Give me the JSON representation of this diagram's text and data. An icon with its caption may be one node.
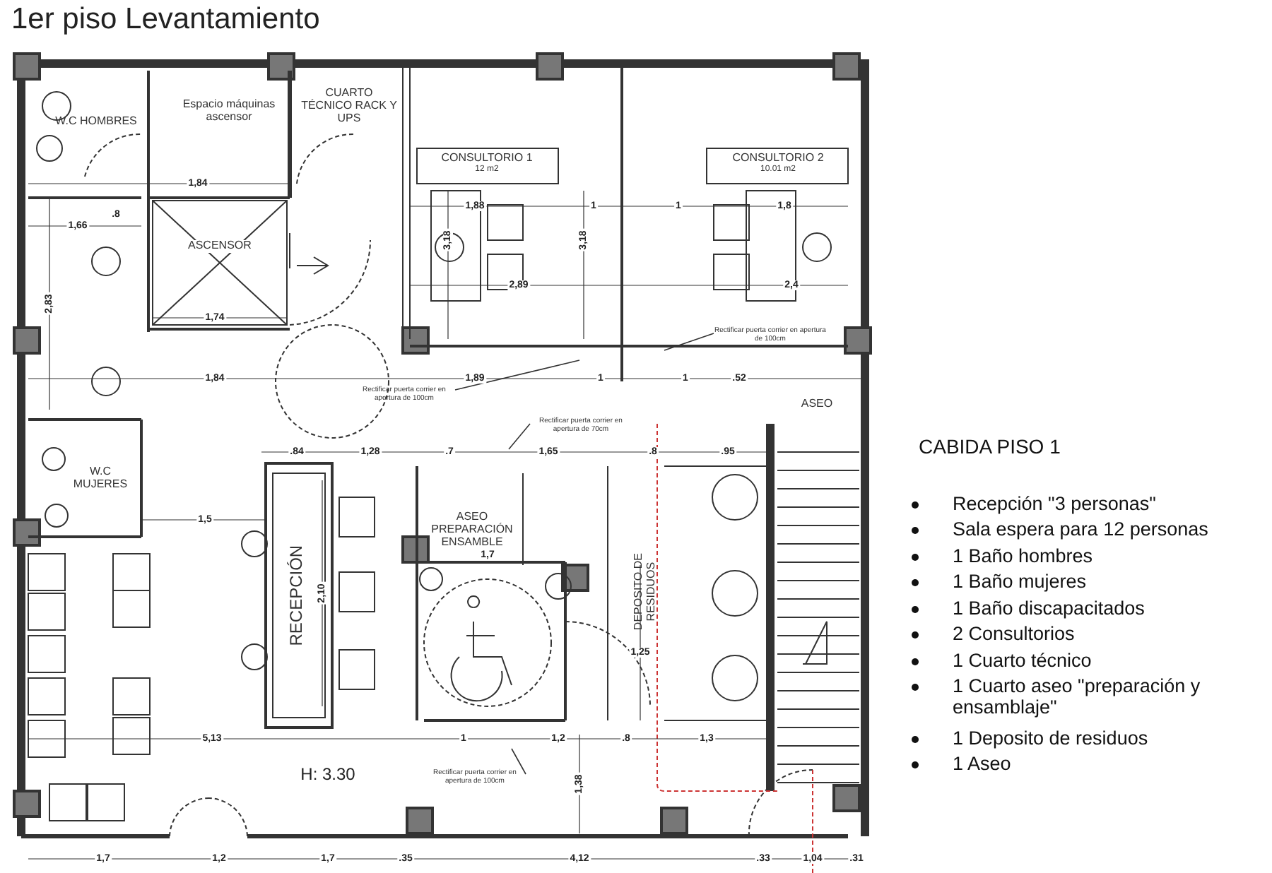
{
  "diagram": {
    "title": "1er piso Levantamiento",
    "nodes": [
      {
        "text": [
          "W.C HOMBRES"
        ]
      },
      {
        "text": [
          "Espacio máquinas ascensor"
        ]
      },
      {
        "text": [
          "ASCENSOR"
        ]
      },
      {
        "text": [
          "CUARTO TÉCNICO RACK Y UPS"
        ]
      },
      {
        "text": [
          "CONSULTORIO 1",
          "12 m2"
        ]
      },
      {
        "text": [
          "CONSULTORIO 2",
          "10.01 m2"
        ]
      },
      {
        "text": [
          "ASEO"
        ]
      },
      {
        "text": [
          "W.C MUJERES"
        ]
      },
      {
        "text": [
          "RECEPCIÓN"
        ]
      },
      {
        "text": [
          "ASEO PREPARACIÓN ENSAMBLE"
        ]
      },
      {
        "text": [
          "DEPOSITO DE RESIDUOS"
        ]
      },
      {
        "text": [
          "Rectificar puerta corrier en apertura de 100cm"
        ]
      },
      {
        "text": [
          "Rectificar puerta corrier en apertura de 100cm"
        ]
      },
      {
        "text": [
          "Rectificar puerta corrier en apertura de 70cm"
        ]
      },
      {
        "text": [
          "Rectificar puerta corrier en apertura de 100cm"
        ]
      }
    ],
    "edges": [
      {
        "from": 11,
        "to": null,
        "arrow": "none"
      },
      {
        "from": 12,
        "to": null,
        "arrow": "none"
      },
      {
        "from": 13,
        "to": null,
        "arrow": "none"
      },
      {
        "from": 14,
        "to": null,
        "arrow": "none"
      }
    ],
    "labels": [
      "1,84",
      "1,74",
      "1,66",
      ".8",
      "2,83",
      "1,84",
      "1,89",
      "1",
      "1",
      ".52",
      "1,88",
      "2,89",
      "1,8",
      "2,4",
      "1",
      "1",
      "3,18",
      "3,18",
      ".84",
      "1,28",
      ".7",
      "1,65",
      ".8",
      ".95",
      "1,5",
      "2,10",
      "1,7",
      "5,13",
      "1,25",
      "1",
      "1,2",
      ".8",
      "1,3",
      "1,38",
      "H: 3.30",
      "1,7",
      "1,2",
      "1,7",
      ".35",
      "4,12",
      ".33",
      "1,04",
      ".31",
      "CABIDA PISO 1",
      "Recepción \"3 personas\"",
      "Sala espera para 12 personas",
      "1 Baño hombres",
      "1 Baño mujeres",
      "1 Baño discapacitados",
      "2 Consultorios",
      "1 Cuarto técnico",
      "1 Cuarto aseo \"preparación y ensamblaje\"",
      "1 Deposito de residuos",
      "1 Aseo"
    ]
  }
}
